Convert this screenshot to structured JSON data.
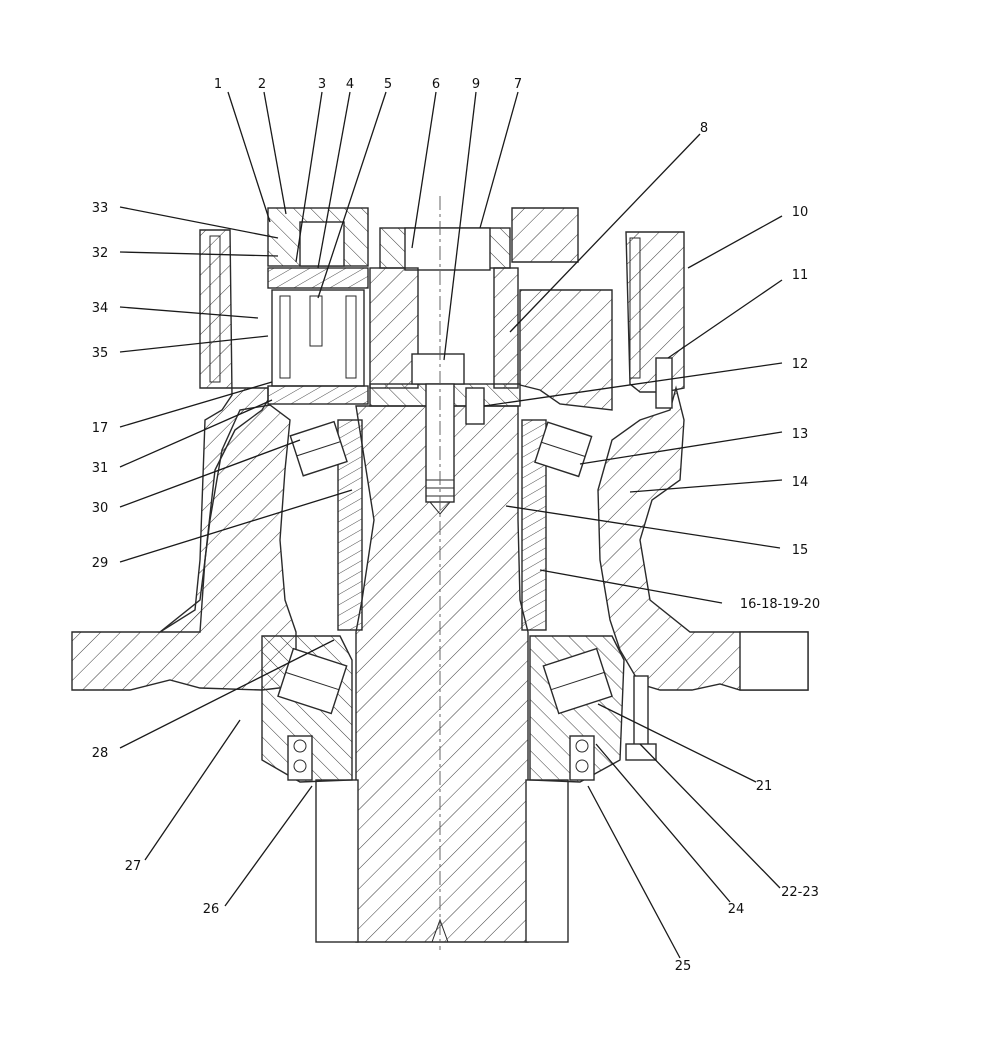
{
  "diagram": {
    "callouts": [
      {
        "id": "c1",
        "label": "1"
      },
      {
        "id": "c2",
        "label": "2"
      },
      {
        "id": "c3",
        "label": "3"
      },
      {
        "id": "c4",
        "label": "4"
      },
      {
        "id": "c5",
        "label": "5"
      },
      {
        "id": "c6",
        "label": "6"
      },
      {
        "id": "c9",
        "label": "9"
      },
      {
        "id": "c7",
        "label": "7"
      },
      {
        "id": "c8",
        "label": "8"
      },
      {
        "id": "c33",
        "label": "33"
      },
      {
        "id": "c32",
        "label": "32"
      },
      {
        "id": "c34",
        "label": "34"
      },
      {
        "id": "c35",
        "label": "35"
      },
      {
        "id": "c17",
        "label": "17"
      },
      {
        "id": "c31",
        "label": "31"
      },
      {
        "id": "c30",
        "label": "30"
      },
      {
        "id": "c29",
        "label": "29"
      },
      {
        "id": "c28",
        "label": "28"
      },
      {
        "id": "c27",
        "label": "27"
      },
      {
        "id": "c26",
        "label": "26"
      },
      {
        "id": "c25",
        "label": "25"
      },
      {
        "id": "c24",
        "label": "24"
      },
      {
        "id": "c22",
        "label": "22-23"
      },
      {
        "id": "c21",
        "label": "21"
      },
      {
        "id": "c16",
        "label": "16-18-19-20"
      },
      {
        "id": "c15",
        "label": "15"
      },
      {
        "id": "c14",
        "label": "14"
      },
      {
        "id": "c13",
        "label": "13"
      },
      {
        "id": "c12",
        "label": "12"
      },
      {
        "id": "c11",
        "label": "11"
      },
      {
        "id": "c10",
        "label": "10"
      }
    ]
  }
}
